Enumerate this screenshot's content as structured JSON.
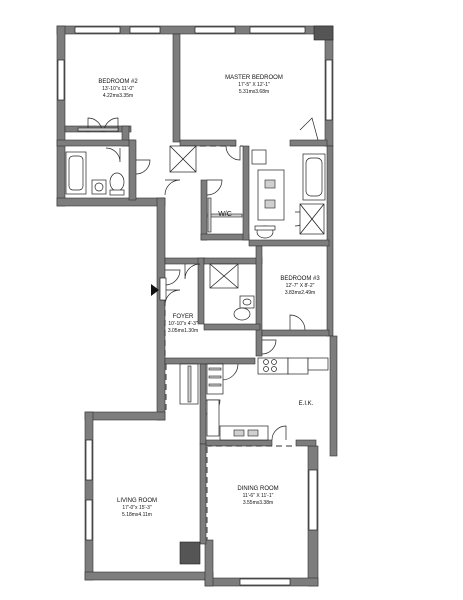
{
  "rooms": {
    "bedroom2": {
      "name": "BEDROOM #2",
      "dims": "13'-10\"x 11'-0\"",
      "metric": "4.22mx3.35m"
    },
    "master": {
      "name": "MASTER BEDROOM",
      "dims": "17'-5\" X 12'-1\"",
      "metric": "5.31mx3.68m"
    },
    "wic": {
      "name": "W/C"
    },
    "foyer": {
      "name": "FOYER",
      "dims": "10'-10\"x 4'-3\"",
      "metric": "3.05mx1.30m"
    },
    "bedroom3": {
      "name": "BEDROOM #3",
      "dims": "12'-7\" X 8'-2\"",
      "metric": "3.83mx2.49m"
    },
    "eik": {
      "name": "E.I.K."
    },
    "living": {
      "name": "LIVING ROOM",
      "dims": "17'-0\"x 15'-3\"",
      "metric": "5.18mx4.11m"
    },
    "dining": {
      "name": "DINING ROOM",
      "dims": "11'-6\" X 11'-1\"",
      "metric": "3.55mx3.38m"
    }
  },
  "icons": {
    "entry": "entry-arrow-icon"
  }
}
